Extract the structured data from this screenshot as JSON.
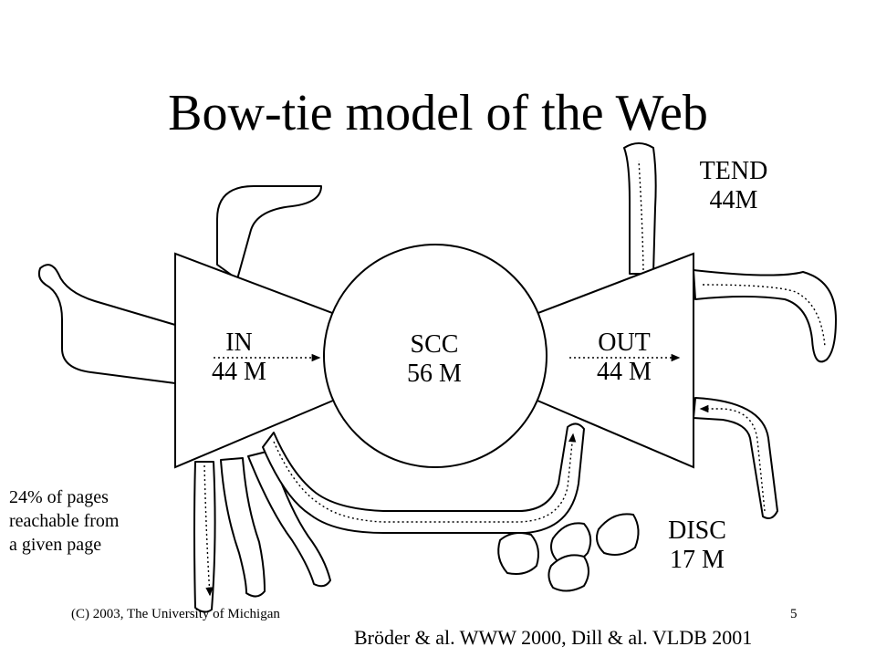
{
  "slide": {
    "title": "Bow-tie model of the Web",
    "regions": {
      "in": {
        "name": "IN",
        "size": "44 M"
      },
      "scc": {
        "name": "SCC",
        "size": "56 M"
      },
      "out": {
        "name": "OUT",
        "size": "44 M"
      },
      "tend": {
        "name": "TEND",
        "size": "44M"
      },
      "disc": {
        "name": "DISC",
        "size": "17 M"
      }
    },
    "note": [
      "24% of pages",
      "reachable from",
      "a given page"
    ],
    "footer": {
      "copyright": "(C) 2003, The University of Michigan",
      "page_number": "5",
      "citation": "Bröder & al. WWW 2000, Dill & al. VLDB 2001"
    }
  }
}
